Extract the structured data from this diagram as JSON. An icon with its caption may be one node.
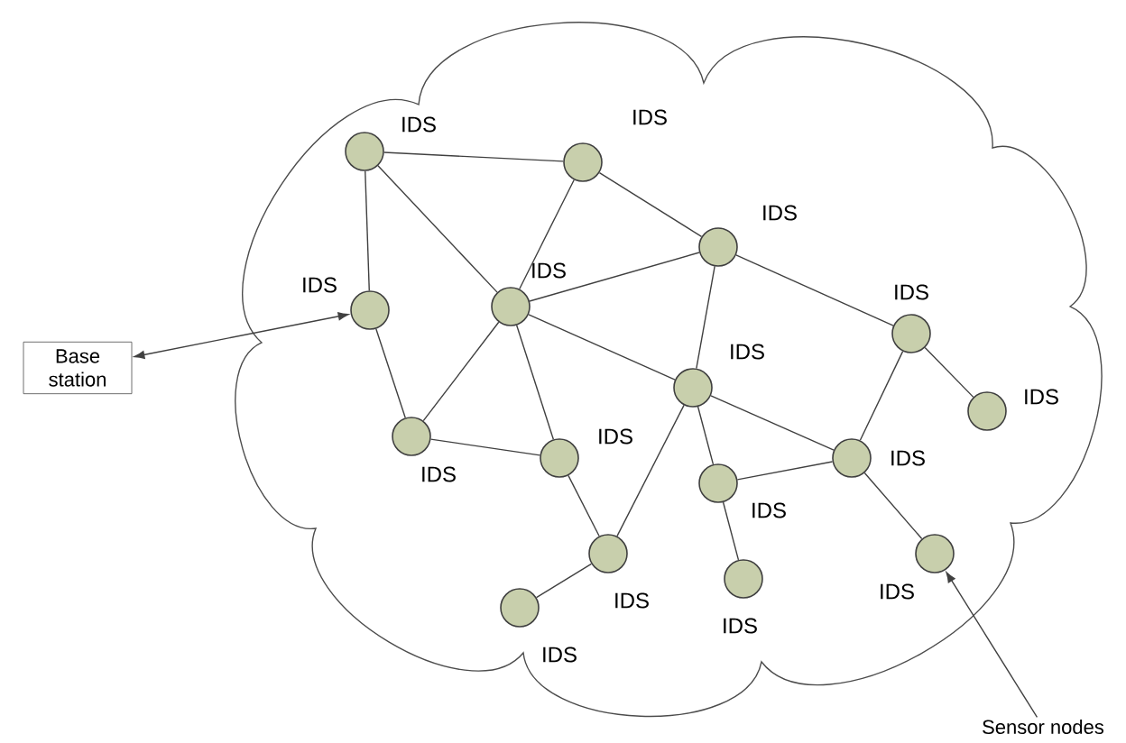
{
  "diagram": {
    "nodes": [
      {
        "text": [],
        "shape": "cloud"
      },
      {
        "text": [],
        "shape": "circle",
        "in": 0,
        "beside": [
          "IDS"
        ]
      },
      {
        "text": [],
        "shape": "circle",
        "in": 0,
        "beside": [
          "IDS"
        ]
      },
      {
        "text": [],
        "shape": "circle",
        "in": 0,
        "beside": [
          "IDS"
        ]
      },
      {
        "text": [],
        "shape": "circle",
        "in": 0,
        "beside": [
          "IDS"
        ]
      },
      {
        "text": [],
        "shape": "circle",
        "in": 0,
        "beside": [
          "IDS"
        ]
      },
      {
        "text": [],
        "shape": "circle",
        "in": 0,
        "beside": [
          "IDS"
        ]
      },
      {
        "text": [],
        "shape": "circle",
        "in": 0,
        "beside": [
          "IDS"
        ]
      },
      {
        "text": [],
        "shape": "circle",
        "in": 0,
        "beside": [
          "IDS"
        ]
      },
      {
        "text": [],
        "shape": "circle",
        "in": 0,
        "beside": [
          "IDS"
        ]
      },
      {
        "text": [],
        "shape": "circle",
        "in": 0,
        "beside": [
          "IDS"
        ]
      },
      {
        "text": [],
        "shape": "circle",
        "in": 0,
        "beside": [
          "IDS"
        ]
      },
      {
        "text": [],
        "shape": "circle",
        "in": 0,
        "beside": [
          "IDS"
        ]
      },
      {
        "text": [],
        "shape": "circle",
        "in": 0,
        "beside": [
          "IDS"
        ]
      },
      {
        "text": [],
        "shape": "circle",
        "in": 0,
        "beside": [
          "IDS"
        ]
      },
      {
        "text": [],
        "shape": "circle",
        "in": 0,
        "beside": [
          "IDS"
        ]
      },
      {
        "text": [],
        "shape": "circle",
        "in": 0,
        "beside": [
          "IDS"
        ]
      },
      {
        "text": [
          "Base station"
        ]
      },
      {
        "text": [
          "Sensor nodes"
        ]
      }
    ],
    "edges": [
      {
        "from": 1,
        "to": 2,
        "arrow": "none"
      },
      {
        "from": 1,
        "to": 5,
        "arrow": "none"
      },
      {
        "from": 1,
        "to": 4,
        "arrow": "none"
      },
      {
        "from": 2,
        "to": 4,
        "arrow": "none"
      },
      {
        "from": 2,
        "to": 3,
        "arrow": "none"
      },
      {
        "from": 3,
        "to": 4,
        "arrow": "none"
      },
      {
        "from": 3,
        "to": 7,
        "arrow": "none"
      },
      {
        "from": 3,
        "to": 6,
        "arrow": "none"
      },
      {
        "from": 6,
        "to": 11,
        "arrow": "none"
      },
      {
        "from": 6,
        "to": 8,
        "arrow": "none"
      },
      {
        "from": 4,
        "to": 7,
        "arrow": "none"
      },
      {
        "from": 4,
        "to": 9,
        "arrow": "none"
      },
      {
        "from": 4,
        "to": 10,
        "arrow": "none"
      },
      {
        "from": 5,
        "to": 9,
        "arrow": "none"
      },
      {
        "from": 9,
        "to": 10,
        "arrow": "none"
      },
      {
        "from": 10,
        "to": 13,
        "arrow": "none"
      },
      {
        "from": 7,
        "to": 13,
        "arrow": "none"
      },
      {
        "from": 7,
        "to": 12,
        "arrow": "none"
      },
      {
        "from": 7,
        "to": 11,
        "arrow": "none"
      },
      {
        "from": 12,
        "to": 11,
        "arrow": "none"
      },
      {
        "from": 12,
        "to": 15,
        "arrow": "none"
      },
      {
        "from": 11,
        "to": 14,
        "arrow": "none"
      },
      {
        "from": 13,
        "to": 16,
        "arrow": "none"
      },
      {
        "from": 17,
        "to": 5,
        "arrow": "both"
      },
      {
        "from": 18,
        "to": 14,
        "arrow": "to"
      }
    ]
  }
}
